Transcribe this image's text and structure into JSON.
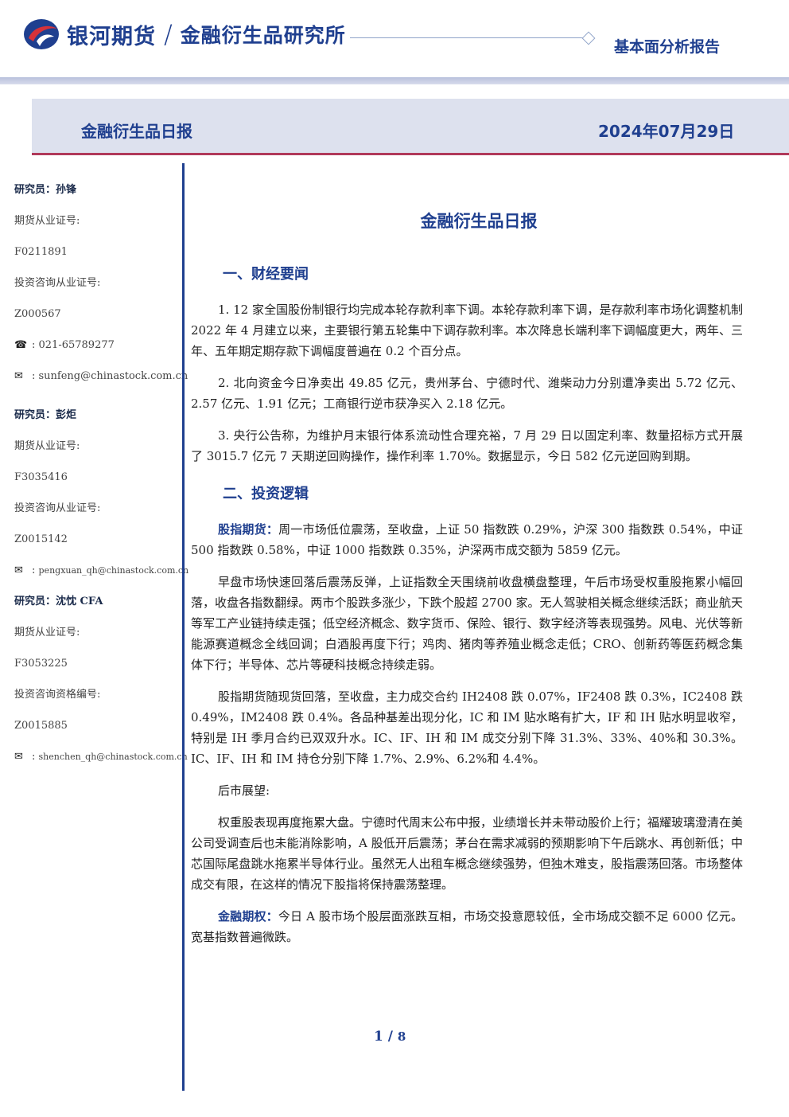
{
  "header": {
    "brand": "银河期货",
    "separator": "/",
    "department": "金融衍生品研究所",
    "report_type": "基本面分析报告",
    "colors": {
      "brand_blue": "#1f3f8f",
      "accent_red": "#b0395a",
      "banner_bg": "#dde1ee"
    }
  },
  "banner": {
    "title": "金融衍生品日报",
    "date": "2024年07月29日"
  },
  "researchers": [
    {
      "name_line": "研究员：孙锋",
      "license_label": "期货从业证号:",
      "license": "F0211891",
      "consult_label": "投资咨询从业证号:",
      "consult": "Z000567",
      "phone": "021-65789277",
      "email": "sunfeng@chinastock.com.cn"
    },
    {
      "name_line": "研究员：彭炬",
      "license_label": "期货从业证号:",
      "license": "F3035416",
      "consult_label": "投资咨询从业证号:",
      "consult": "Z0015142",
      "email": "pengxuan_qh@chinastock.com.cn"
    },
    {
      "name_line": "研究员：沈忱  CFA",
      "license_label": "期货从业证号:",
      "license": "F3053225",
      "consult_label": "投资咨询资格编号:",
      "consult": "Z0015885",
      "email": "shenchen_qh@chinastock.com.cn"
    }
  ],
  "icons": {
    "phone": "phone-icon",
    "email": "email-icon"
  },
  "doc": {
    "title": "金融衍生品日报",
    "section1": "一、财经要闻",
    "news": [
      "1. 12 家全国股份制银行均完成本轮存款利率下调。本轮存款利率下调，是存款利率市场化调整机制 2022 年 4 月建立以来，主要银行第五轮集中下调存款利率。本次降息长端利率下调幅度更大，两年、三年、五年期定期存款下调幅度普遍在 0.2 个百分点。",
      "2. 北向资金今日净卖出 49.85 亿元，贵州茅台、宁德时代、潍柴动力分别遭净卖出 5.72 亿元、2.57 亿元、1.91 亿元；工商银行逆市获净买入 2.18 亿元。",
      "3. 央行公告称，为维护月末银行体系流动性合理充裕，7 月 29 日以固定利率、数量招标方式开展了 3015.7 亿元 7 天期逆回购操作，操作利率 1.70%。数据显示，今日 582 亿元逆回购到期。"
    ],
    "section2": "二、投资逻辑",
    "index_lead": "股指期货：",
    "index_p1": "周一市场低位震荡，至收盘，上证 50 指数跌 0.29%，沪深 300 指数跌 0.54%，中证 500 指数跌 0.58%，中证 1000 指数跌 0.35%，沪深两市成交额为 5859 亿元。",
    "index_p2": "早盘市场快速回落后震荡反弹，上证指数全天围绕前收盘横盘整理，午后市场受权重股拖累小幅回落，收盘各指数翻绿。两市个股跌多涨少，下跌个股超 2700 家。无人驾驶相关概念继续活跃；商业航天等军工产业链持续走强；低空经济概念、数字货币、保险、银行、数字经济等表现强势。风电、光伏等新能源赛道概念全线回调；白酒股再度下行；鸡肉、猪肉等养殖业概念走低；CRO、创新药等医药概念集体下行；半导体、芯片等硬科技概念持续走弱。",
    "index_p3": "股指期货随现货回落，至收盘，主力成交合约 IH2408 跌 0.07%，IF2408 跌 0.3%，IC2408 跌 0.49%，IM2408 跌 0.4%。各品种基差出现分化，IC 和 IM 贴水略有扩大，IF 和 IH 贴水明显收窄，特别是 IH 季月合约已双双升水。IC、IF、IH 和 IM 成交分别下降 31.3%、33%、40%和 30.3%。IC、IF、IH 和 IM 持仓分别下降 1.7%、2.9%、6.2%和 4.4%。",
    "outlook_label": "后市展望:",
    "outlook": "权重股表现再度拖累大盘。宁德时代周末公布中报，业绩增长并未带动股价上行；福耀玻璃澄清在美公司受调查后也未能消除影响，A 股低开后震荡；茅台在需求减弱的预期影响下午后跳水、再创新低；中芯国际尾盘跳水拖累半导体行业。虽然无人出租车概念继续强势，但独木难支，股指震荡回落。市场整体成交有限，在这样的情况下股指将保持震荡整理。",
    "option_lead": "金融期权：",
    "option_p": "今日 A 股市场个股层面涨跌互相，市场交投意愿较低，全市场成交额不足 6000 亿元。宽基指数普遍微跌。"
  },
  "pager": {
    "current": "1",
    "sep": "/",
    "total": "8"
  }
}
